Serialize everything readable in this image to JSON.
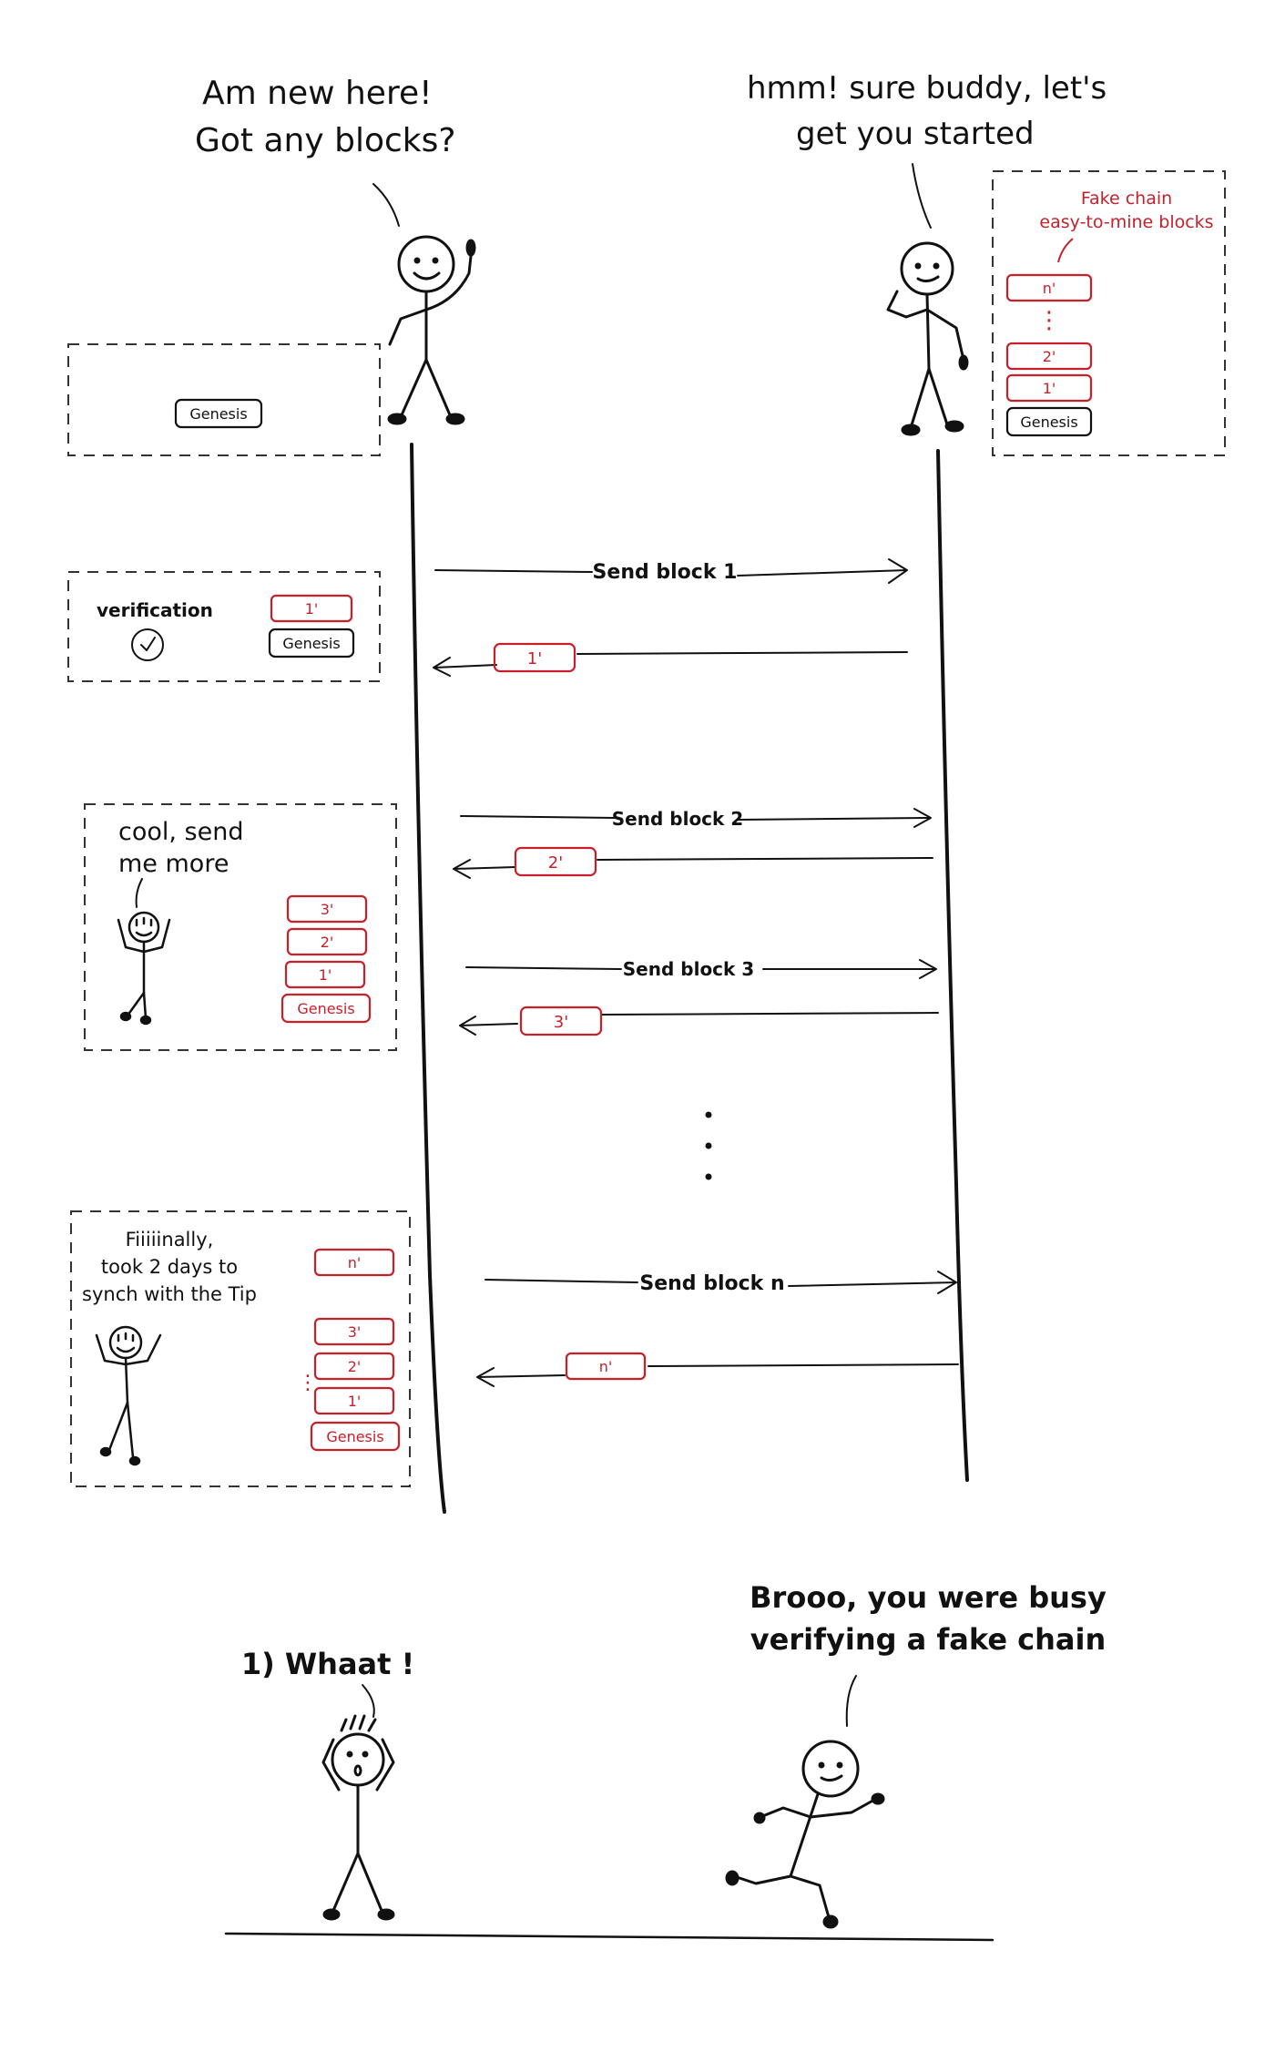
{
  "speech": {
    "newcomer": [
      "Am new  here!",
      "Got any blocks?"
    ],
    "attacker": [
      "hmm! sure buddy, let's",
      "get you started"
    ],
    "cool": [
      "cool, send",
      "me more"
    ],
    "finally": [
      "Fiiiiinally,",
      "took 2 days to",
      "synch with the Tip"
    ],
    "whaat": "1) Whaat !",
    "brooo": [
      "Brooo, you were busy",
      "verifying a fake chain"
    ]
  },
  "fake_chain": {
    "caption": [
      "Fake chain",
      "easy-to-mine blocks"
    ],
    "blocks": [
      "n'",
      "2'",
      "1'"
    ],
    "genesis": "Genesis",
    "ellipsis": "⋮"
  },
  "left_panels": {
    "initial_genesis": "Genesis",
    "verification_label": "verification",
    "verification_blocks": [
      "1'",
      "Genesis"
    ],
    "cool_blocks": [
      "3'",
      "2'",
      "1'",
      "Genesis"
    ],
    "final_blocks": [
      "n'",
      "3'",
      "2'",
      "1'",
      "Genesis"
    ],
    "final_ellipsis": "⋮"
  },
  "messages": [
    {
      "label": "Send block 1",
      "reply": "1'"
    },
    {
      "label": "Send block 2",
      "reply": "2'"
    },
    {
      "label": "Send block 3",
      "reply": "3'"
    },
    {
      "label": "Send block n",
      "reply": "n'"
    }
  ],
  "colors": {
    "ink": "#111111",
    "fake_block": "#c8202a",
    "dashed_box": "#333333"
  }
}
